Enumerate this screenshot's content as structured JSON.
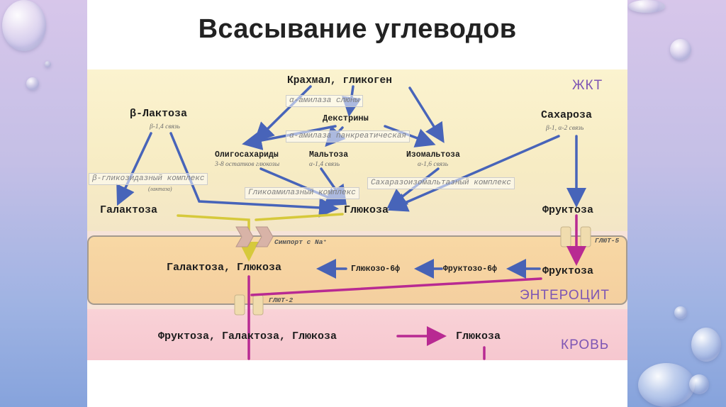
{
  "title": "Всасывание углеводов",
  "zones": {
    "gut": "ЖКТ",
    "enterocyte": "ЭНТЕРОЦИТ",
    "blood": "КРОВЬ"
  },
  "nodes": {
    "starch": "Крахмал, гликоген",
    "dextrins": "Декстрины",
    "lactose": "β-Лактоза",
    "lactose_bond": "β-1,4 связь",
    "sucrose": "Сахароза",
    "sucrose_bond": "β-1, α-2 связь",
    "oligo": "Олигосахариды",
    "oligo_note": "3-8 остатков глюкозы",
    "maltose": "Мальтоза",
    "maltose_bond": "α-1,4 связь",
    "isomaltose": "Изомальтоза",
    "isomaltose_bond": "α-1,6 связь",
    "galactose": "Галактоза",
    "glucose": "Глюкоза",
    "fructose": "Фруктоза",
    "cell_gal_glu": "Галактоза, Глюкоза",
    "cell_glu6p": "Глюкозо-6ф",
    "cell_fru6p": "Фруктозо-6ф",
    "cell_fructose": "Фруктоза",
    "blood_all": "Фруктоза, Галактоза, Глюкоза",
    "blood_glucose": "Глюкоза"
  },
  "enzymes": {
    "saliva_amylase": "α-амилаза слюны",
    "pancreatic_amylase": "α-амилаза панкреатическая",
    "beta_glycosidase": "β-гликозидазный комплекс",
    "lactase": "(лактаза)",
    "glucoamylase": "Гликоамилазный комплекс",
    "sucrase_isomaltase": "Сахаразоизомальтазный комплекс"
  },
  "transporters": {
    "symport": "Симпорт с Na⁺",
    "glut5": "ГЛЮТ-5",
    "glut2": "ГЛЮТ-2"
  },
  "colors": {
    "blue_arrow": "#3556b8",
    "yellow_arrow": "#d6c93b",
    "magenta_arrow": "#b82a92",
    "zone_label": "#7d55b4"
  }
}
